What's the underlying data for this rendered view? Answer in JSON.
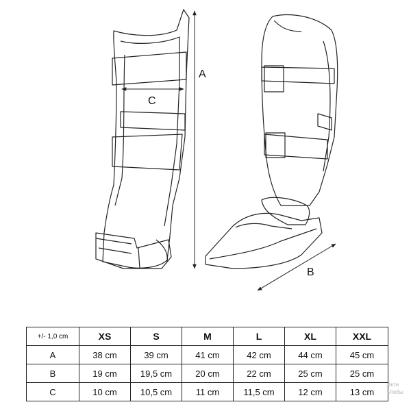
{
  "dimensions": {
    "a_label": "A",
    "b_label": "B",
    "c_label": "C"
  },
  "chart_data": {
    "type": "table",
    "columns": [
      "+/- 1,0 cm",
      "XS",
      "S",
      "M",
      "L",
      "XL",
      "XXL"
    ],
    "rows": [
      {
        "label": "A",
        "values": [
          "38 cm",
          "39 cm",
          "41 cm",
          "42 cm",
          "44 cm",
          "45 cm"
        ]
      },
      {
        "label": "B",
        "values": [
          "19 cm",
          "19,5 cm",
          "20 cm",
          "22 cm",
          "25 cm",
          "25 cm"
        ]
      },
      {
        "label": "C",
        "values": [
          "10 cm",
          "10,5 cm",
          "11 cm",
          "11,5 cm",
          "12 cm",
          "13 cm"
        ]
      }
    ]
  },
  "watermark": {
    "line1": "Акти",
    "line2": "Чтобы"
  },
  "colors": {
    "line": "#222222",
    "background": "#ffffff"
  }
}
